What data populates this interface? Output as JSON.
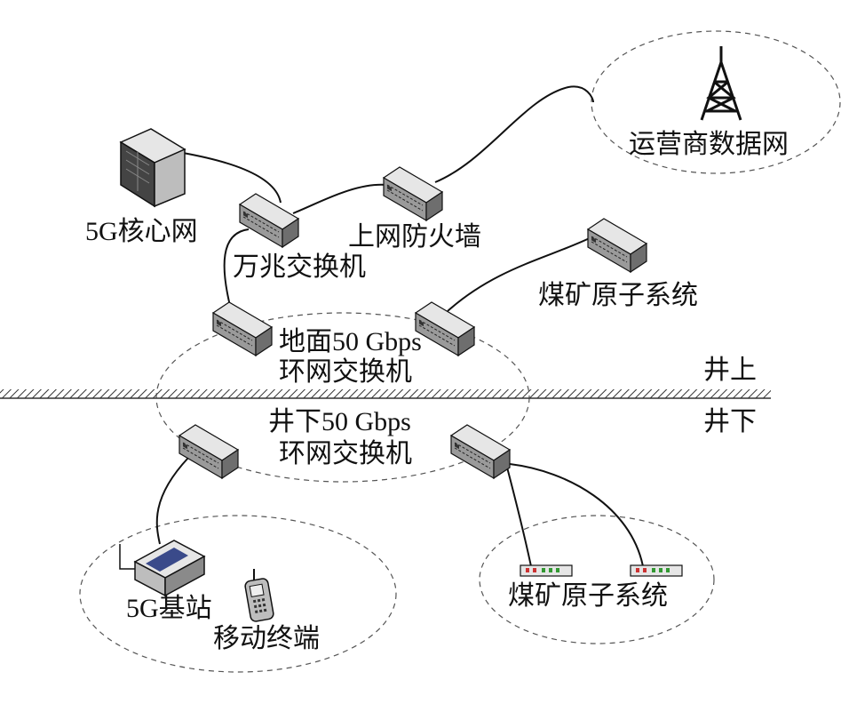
{
  "labels": {
    "core": "5G核心网",
    "switch10g": "万兆交换机",
    "firewall": "上网防火墙",
    "carrier": "运营商数据网",
    "atomic_top": "煤矿原子系统",
    "ground_ring_1": "地面50 Gbps",
    "ground_ring_2": "环网交换机",
    "underground_ring_1": "井下50 Gbps",
    "underground_ring_2": "环网交换机",
    "above": "井上",
    "below": "井下",
    "base_station": "5G基站",
    "mobile": "移动终端",
    "atomic_bottom": "煤矿原子系统"
  },
  "colors": {
    "line": "#111111",
    "device_top": "#e6e6e6",
    "device_front": "#9a9a9a",
    "device_side": "#6e6e6e",
    "ground": "#333333"
  }
}
